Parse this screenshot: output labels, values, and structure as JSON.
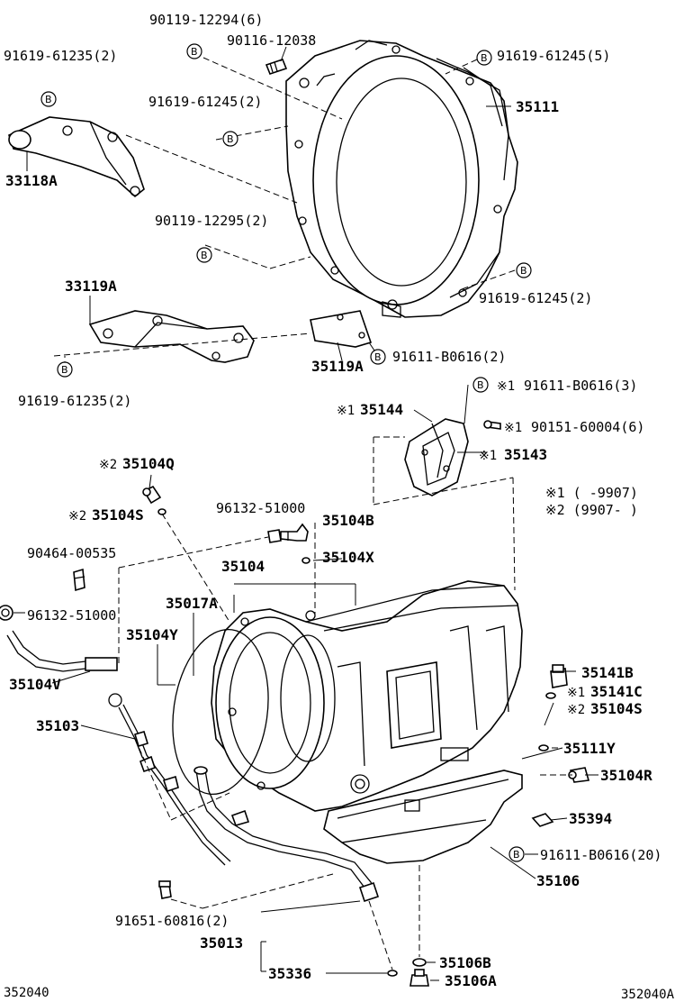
{
  "labels": {
    "l_90119_12294": "90119-12294(6)",
    "l_90116_12038": "90116-12038",
    "l_91619_61235_top": "91619-61235(2)",
    "l_91619_61245_5": "91619-61245(5)",
    "l_35111": "35111",
    "l_91619_61245_2a": "91619-61245(2)",
    "l_33118A": "33118A",
    "l_90119_12295": "90119-12295(2)",
    "l_33119A": "33119A",
    "l_91619_61245_2b": "91619-61245(2)",
    "l_91611_B0616_2": "91611-B0616(2)",
    "l_35119A": "35119A",
    "l_91619_61235_bot": "91619-61235(2)",
    "l_91611_B0616_3": "91611-B0616(3)",
    "l_35144": "35144",
    "l_90151_60004": "90151-60004(6)",
    "l_35143": "35143",
    "l_35104Q": "35104Q",
    "l_note1": "※1 (      -9907)",
    "l_note2": "※2 (9907-      )",
    "l_96132_51000_a": "96132-51000",
    "l_35104S": "35104S",
    "l_35104B": "35104B",
    "l_90464_00535": "90464-00535",
    "l_35104": "35104",
    "l_35104X": "35104X",
    "l_35017A": "35017A",
    "l_96132_51000_b": "96132-51000",
    "l_35104Y": "35104Y",
    "l_35104V": "35104V",
    "l_35141B": "35141B",
    "l_35141C": "35141C",
    "l_35104S_b": "35104S",
    "l_35103": "35103",
    "l_35111Y": "35111Y",
    "l_35104R": "35104R",
    "l_35394": "35394",
    "l_91611_B0616_20": "91611-B0616(20)",
    "l_35106": "35106",
    "l_91651_60816": "91651-60816(2)",
    "l_35013": "35013",
    "l_35106B": "35106B",
    "l_35336": "35336",
    "l_35106A": "35106A",
    "l_code_left": "352040",
    "l_code_right": "352040A"
  },
  "marks": {
    "b": "B",
    "star1": "※1",
    "star2": "※2"
  }
}
